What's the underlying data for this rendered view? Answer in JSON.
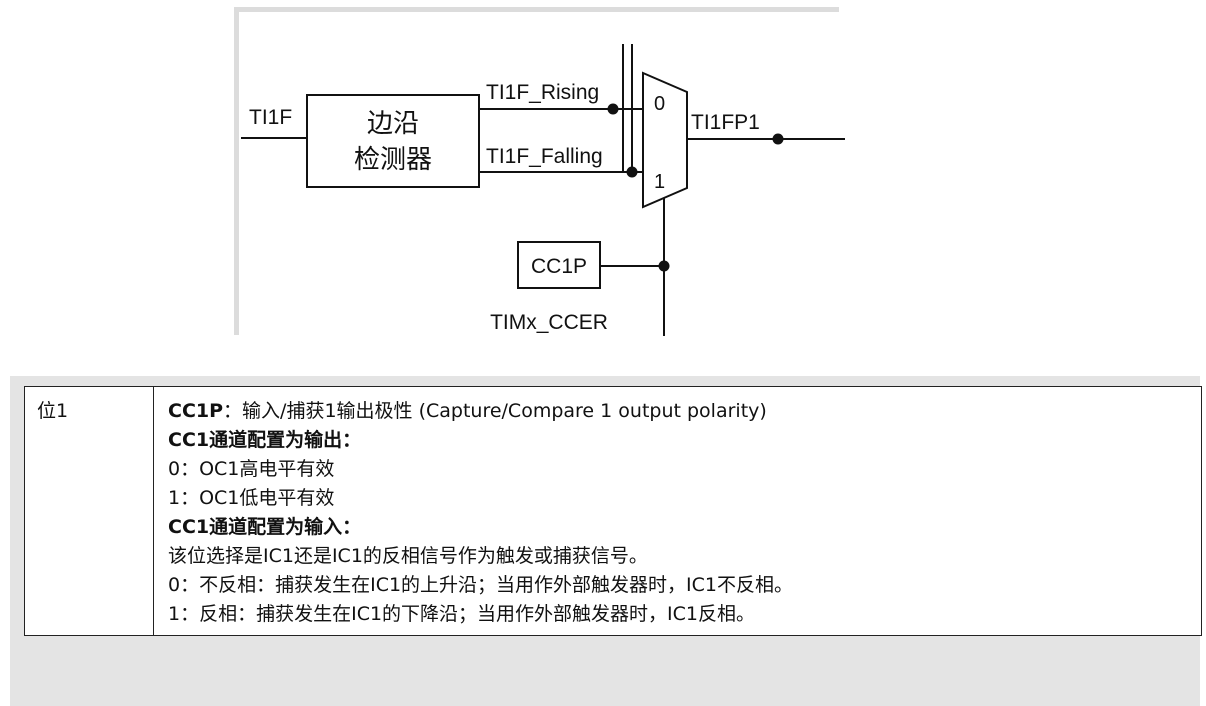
{
  "diagram": {
    "input_signal": "TI1F",
    "edge_detector_line1": "边沿",
    "edge_detector_line2": "检测器",
    "rising_signal": "TI1F_Rising",
    "falling_signal": "TI1F_Falling",
    "mux_input_0": "0",
    "mux_input_1": "1",
    "output_signal": "TI1FP1",
    "control_bit": "CC1P",
    "register_name": "TIMx_CCER"
  },
  "table": {
    "bit_label": "位1",
    "field_name": "CC1P",
    "field_title": "：输入/捕获1输出极性  (Capture/Compare 1 output polarity)",
    "output_heading": "CC1通道配置为输出：",
    "output_0": "0：OC1高电平有效",
    "output_1": "1：OC1低电平有效",
    "input_heading": "CC1通道配置为输入：",
    "input_desc": "该位选择是IC1还是IC1的反相信号作为触发或捕获信号。",
    "input_0": "0：不反相：捕获发生在IC1的上升沿；当用作外部触发器时，IC1不反相。",
    "input_1": "1：反相：捕获发生在IC1的下降沿；当用作外部触发器时，IC1反相。"
  }
}
